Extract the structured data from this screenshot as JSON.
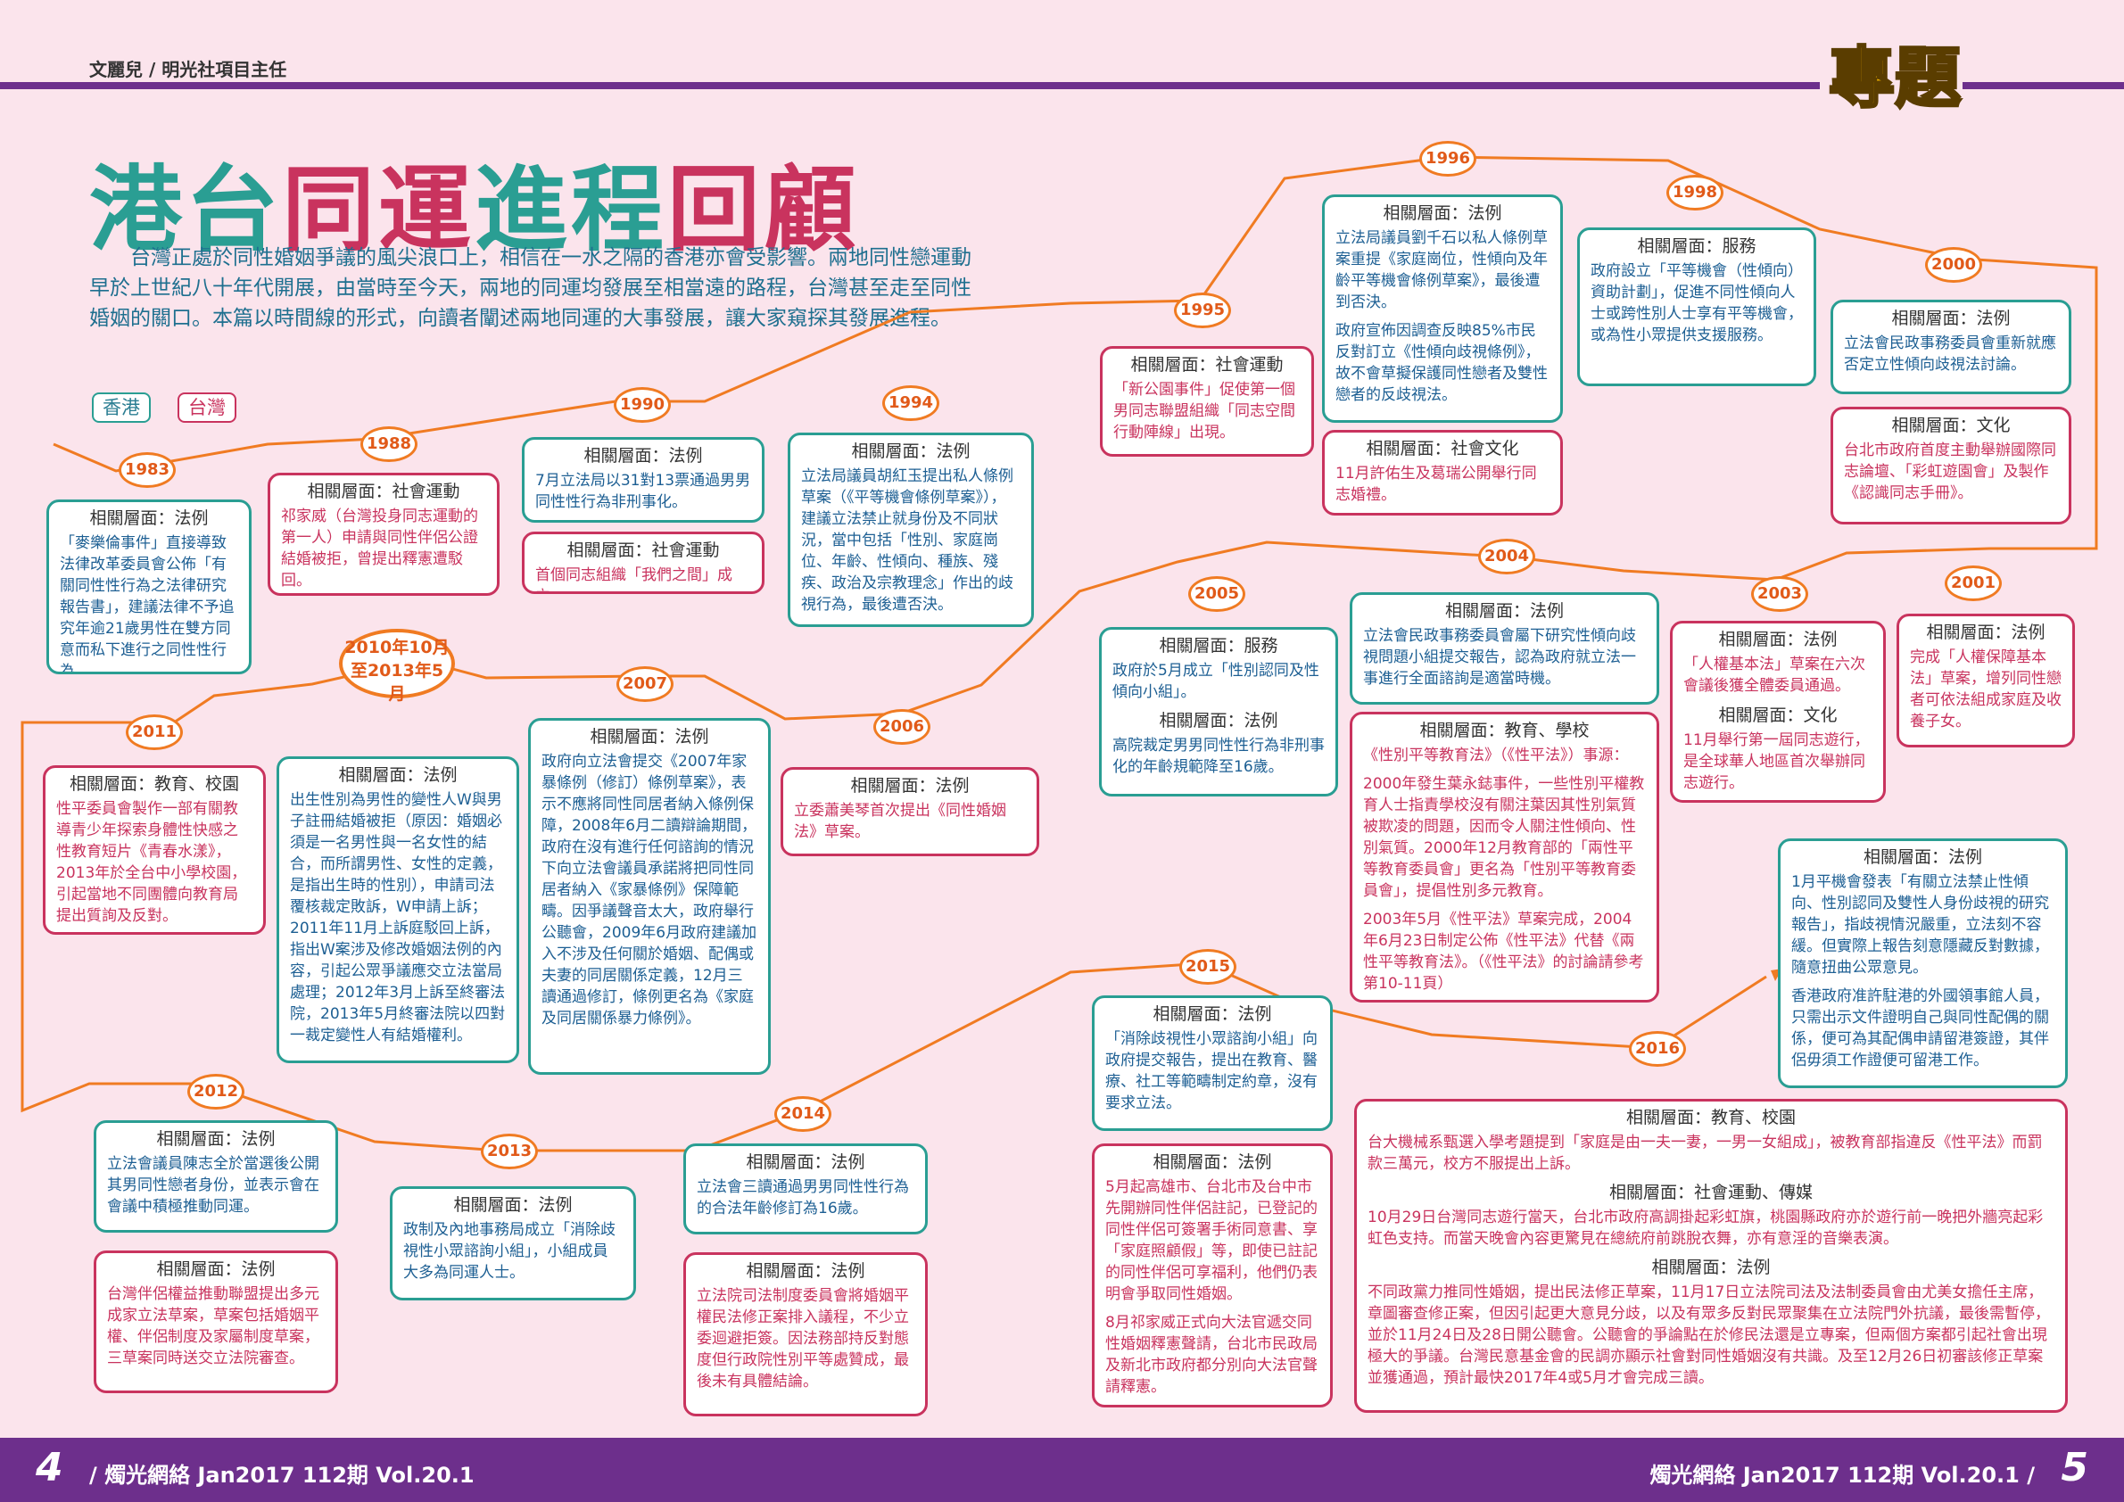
{
  "byline": "文麗兒 / 明光社項目主任",
  "section": "專題",
  "title": {
    "part1": "港台",
    "part2": "同運",
    "part3": "進程",
    "part4": "回顧"
  },
  "intro": "台灣正處於同性婚姻爭議的風尖浪口上，相信在一水之隔的香港亦會受影響。兩地同性戀運動早於上世紀八十年代開展，由當時至今天，兩地的同運均發展至相當遠的路程，台灣甚至走至同性婚姻的關口。本篇以時間線的形式，向讀者闡述兩地同運的大事發展，讓大家窺探其發展進程。",
  "legend": {
    "hk": "香港",
    "tw": "台灣"
  },
  "colors": {
    "hk": "#2a9e93",
    "tw": "#c9335e",
    "timeline": "#f07b22",
    "band": "#6d2f8c"
  },
  "years": [
    "1983",
    "1988",
    "1990",
    "1994",
    "1995",
    "1996",
    "1998",
    "2000",
    "2001",
    "2003",
    "2004",
    "2005",
    "2006",
    "2007",
    "2010年10月至2013年5月",
    "2011",
    "2012",
    "2013",
    "2014",
    "2015",
    "2016"
  ],
  "boxes": {
    "b1983": {
      "h": "相關層面：法例",
      "p": [
        "「麥樂倫事件」直接導致法律改革委員會公佈「有關同性性行為之法律研究報告書」，建議法律不予追究年逾21歲男性在雙方同意而私下進行之同性性行為。"
      ]
    },
    "b1988": {
      "h": "相關層面：社會運動",
      "p": [
        "祁家威（台灣投身同志運動的第一人）申請與同性伴侶公證結婚被拒，曾提出釋憲遭駁回。"
      ]
    },
    "b1990a": {
      "h": "相關層面：法例",
      "p": [
        "7月立法局以31對13票通過男男同性性行為非刑事化。"
      ]
    },
    "b1990b": {
      "h": "相關層面：社會運動",
      "p": [
        "首個同志組織「我們之間」成立。"
      ]
    },
    "b1994": {
      "h": "相關層面：法例",
      "p": [
        "立法局議員胡紅玉提出私人條例草案（《平等機會條例草案》），建議立法禁止就身份及不同狀況，當中包括「性別、家庭崗位、年齡、性傾向、種族、殘疾、政治及宗教理念」作出的歧視行為，最後遭否決。"
      ]
    },
    "b1995": {
      "h": "相關層面：社會運動",
      "p": [
        "「新公園事件」促使第一個男同志聯盟組織「同志空間行動陣線」出現。"
      ]
    },
    "b1996a": {
      "h": "相關層面：法例",
      "p": [
        "立法局議員劉千石以私人條例草案重提《家庭崗位，性傾向及年齡平等機會條例草案》，最後遭到否決。",
        "政府宣佈因調查反映85%市民反對訂立《性傾向歧視條例》，故不會草擬保護同性戀者及雙性戀者的反歧視法。"
      ]
    },
    "b1996b": {
      "h": "相關層面：社會文化",
      "p": [
        "11月許佑生及葛瑞公開舉行同志婚禮。"
      ]
    },
    "b1998": {
      "h": "相關層面：服務",
      "p": [
        "政府設立「平等機會（性傾向）資助計劃」，促進不同性傾向人士或跨性別人士享有平等機會，或為性小眾提供支援服務。"
      ]
    },
    "b2000a": {
      "h": "相關層面：法例",
      "p": [
        "立法會民政事務委員會重新就應否定立性傾向歧視法討論。"
      ]
    },
    "b2000b": {
      "h": "相關層面：文化",
      "p": [
        "台北市政府首度主動舉辦國際同志論壇、「彩虹遊園會」及製作《認識同志手冊》。"
      ]
    },
    "b2001": {
      "h": "相關層面：法例",
      "p": [
        "完成「人權保障基本法」草案，增列同性戀者可依法組成家庭及收養子女。"
      ]
    },
    "b2003a": {
      "h": "相關層面：法例",
      "p": [
        "「人權基本法」草案在六次會議後獲全體委員通過。"
      ]
    },
    "b2003b": {
      "h": "相關層面：文化",
      "p": [
        "11月舉行第一屆同志遊行，是全球華人地區首次舉辦同志遊行。"
      ]
    },
    "b2004a": {
      "h": "相關層面：法例",
      "p": [
        "立法會民政事務委員會屬下研究性傾向歧視問題小組提交報告，認為政府就立法一事進行全面諮詢是適當時機。"
      ]
    },
    "b2004b": {
      "h": "相關層面：教育、學校",
      "p": [
        "《性別平等教育法》（《性平法》）事源：",
        "2000年發生葉永鋕事件，一些性別平權教育人士指責學校沒有關注葉因其性別氣質被欺凌的問題，因而令人關注性傾向、性別氣質。2000年12月教育部的「兩性平等教育委員會」更名為「性別平等教育委員會」，提倡性別多元教育。",
        "2003年5月《性平法》草案完成，2004年6月23日制定公佈《性平法》代替《兩性平等教育法》。（《性平法》的討論請參考第10-11頁）"
      ]
    },
    "b2005a": {
      "h": "相關層面：服務",
      "p": [
        "政府於5月成立「性別認同及性傾向小組」。"
      ]
    },
    "b2005b": {
      "h": "相關層面：法例",
      "p": [
        "高院裁定男男同性性行為非刑事化的年齡規範降至16歲。"
      ]
    },
    "b2006": {
      "h": "相關層面：法例",
      "p": [
        "立委蕭美琴首次提出《同性婚姻法》草案。"
      ]
    },
    "b2007": {
      "h": "相關層面：法例",
      "p": [
        "政府向立法會提交《2007年家暴條例（修訂）條例草案》，表示不應將同性同居者納入條例保障，2008年6月二讀辯論期間，政府在沒有進行任何諮詢的情況下向立法會議員承諾將把同性同居者納入《家暴條例》保障範疇。因爭議聲音太大，政府舉行公聽會，2009年6月政府建議加入不涉及任何關於婚姻、配偶或夫妻的同居關係定義，12月三讀通過修訂，條例更名為《家庭及同居關係暴力條例》。"
      ]
    },
    "b2010": {
      "h": "相關層面：法例",
      "p": [
        "出生性別為男性的變性人W與男子註冊結婚被拒（原因：婚姻必須是一名男性與一名女性的結合，而所謂男性、女性的定義，是指出生時的性別），申請司法覆核裁定敗訴，W申請上訴；2011年11月上訴庭駁回上訴，指出W案涉及修改婚姻法例的內容，引起公眾爭議應交立法當局處理；2012年3月上訴至終審法院，2013年5月終審法院以四對一裁定變性人有結婚權利。"
      ]
    },
    "b2011": {
      "h": "相關層面：教育、校園",
      "p": [
        "性平委員會製作一部有關教導青少年探索身體性快感之性教育短片《青春水漾》，2013年於全台中小學校園，引起當地不同團體向教育局提出質詢及反對。"
      ]
    },
    "b2012a": {
      "h": "相關層面：法例",
      "p": [
        "立法會議員陳志全於當選後公開其男同性戀者身份，並表示會在會議中積極推動同運。"
      ]
    },
    "b2012b": {
      "h": "相關層面：法例",
      "p": [
        "台灣伴侶權益推動聯盟提出多元成家立法草案，草案包括婚姻平權、伴侶制度及家屬制度草案，三草案同時送交立法院審查。"
      ]
    },
    "b2013": {
      "h": "相關層面：法例",
      "p": [
        "政制及內地事務局成立「消除歧視性小眾諮詢小組」，小組成員大多為同運人士。"
      ]
    },
    "b2014a": {
      "h": "相關層面：法例",
      "p": [
        "立法會三讀通過男男同性性行為的合法年齡修訂為16歲。"
      ]
    },
    "b2014b": {
      "h": "相關層面：法例",
      "p": [
        "立法院司法制度委員會將婚姻平權民法修正案排入議程，不少立委迴避拒簽。因法務部持反對態度但行政院性別平等處贊成，最後未有具體結論。"
      ]
    },
    "b2015a": {
      "h": "相關層面：法例",
      "p": [
        "「消除歧視性小眾諮詢小組」向政府提交報告，提出在教育、醫療、社工等範疇制定約章，沒有要求立法。"
      ]
    },
    "b2015b": {
      "h": "相關層面：法例",
      "p": [
        "5月起高雄市、台北市及台中市先開辦同性伴侶註記，已登記的同性伴侶可簽署手術同意書、享「家庭照顧假」等，即使已註記的同性伴侶可享福利，他們仍表明會爭取同性婚姻。",
        "8月祁家威正式向大法官遞交同性婚姻釋憲聲請，台北市民政局及新北市政府都分別向大法官聲請釋憲。"
      ]
    },
    "b2016a": {
      "h": "相關層面：法例",
      "p": [
        "1月平機會發表「有關立法禁止性傾向、性別認同及雙性人身份歧視的研究報告」，指歧視情況嚴重，立法刻不容緩。但實際上報告刻意隱藏反對數據，隨意扭曲公眾意見。",
        "香港政府准許駐港的外國領事館人員，只需出示文件證明自己與同性配偶的關係，便可為其配偶申請留港簽證，其伴侶毋須工作證便可留港工作。"
      ]
    },
    "b2016b": {
      "h": "相關層面：教育、校園",
      "p": [
        "台大機械系甄選入學考題提到「家庭是由一夫一妻，一男一女組成」，被教育部指違反《性平法》而罰款三萬元，校方不服提出上訴。"
      ]
    },
    "b2016c": {
      "h": "相關層面：社會運動、傳媒",
      "p": [
        "10月29日台灣同志遊行當天，台北市政府高調掛起彩虹旗，桃園縣政府亦於遊行前一晚把外牆亮起彩虹色支持。而當天晚會內容更驚見在總統府前跳脫衣舞，亦有意淫的音樂表演。"
      ]
    },
    "b2016d": {
      "h": "相關層面：法例",
      "p": [
        "不同政黨力推同性婚姻，提出民法修正草案，11月17日立法院司法及法制委員會由尤美女擔任主席，章圖審查修正案，但因引起更大意見分歧，以及有眾多反對民眾聚集在立法院門外抗議，最後需暫停，並於11月24日及28日開公聽會。公聽會的爭論點在於修民法還是立專案，但兩個方案都引起社會出現極大的爭議。台灣民意基金會的民調亦顯示社會對同性婚姻沒有共識。及至12月26日初審該修正草案並獲通過，預計最快2017年4或5月才會完成三讀。"
      ]
    }
  },
  "footer": {
    "left_num": "4",
    "left_text": "/ 燭光網絡 Jan2017 112期 Vol.20.1",
    "right_text": "燭光網絡 Jan2017 112期 Vol.20.1 /",
    "right_num": "5"
  }
}
